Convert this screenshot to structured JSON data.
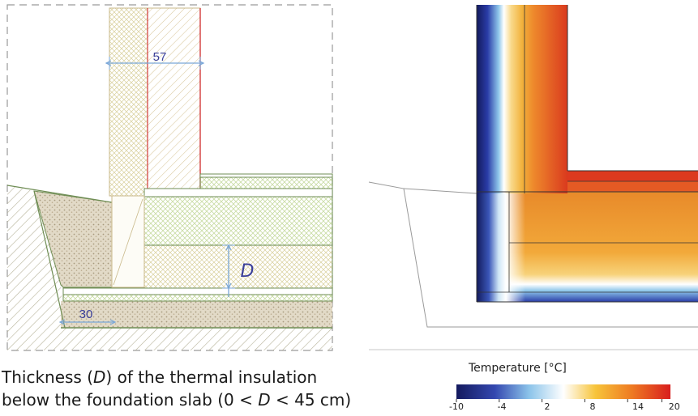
{
  "left_panel": {
    "dim_wall": "57",
    "dim_insulation": "D",
    "dim_footing": "30"
  },
  "caption": {
    "line1_a": "Thickness (",
    "line1_var": "D",
    "line1_b": ") of the thermal insulation",
    "line2_a": "below the foundation slab (0 < ",
    "line2_var": "D",
    "line2_b": " < 45 cm)"
  },
  "legend": {
    "title": "Temperature [°C]",
    "ticks": [
      "-10",
      "-4",
      "2",
      "8",
      "14",
      "20"
    ],
    "range": [
      -10,
      20
    ],
    "colors": [
      "#141a5e",
      "#3448b0",
      "#8cc4ea",
      "#ffffff",
      "#f7c43a",
      "#ee7a22",
      "#d81e1e"
    ]
  }
}
